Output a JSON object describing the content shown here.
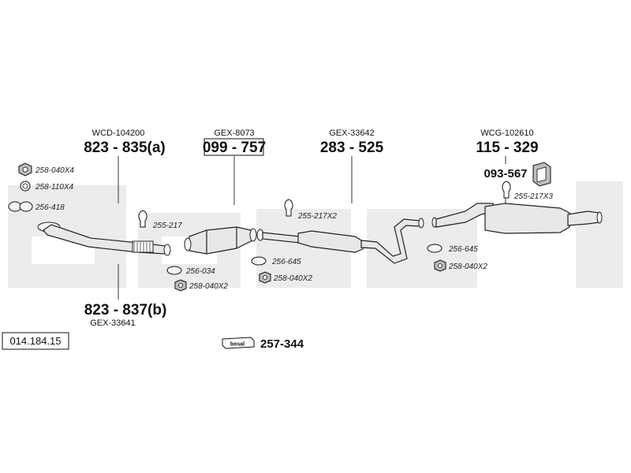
{
  "watermark": "bosal",
  "diagram_id": "014.184.15",
  "set_part": "257-344",
  "badge_text": "bosal",
  "sections": {
    "front_pipe_a": {
      "code": "WCD-104200",
      "number": "823 - 835(a)"
    },
    "front_pipe_b": {
      "code": "GEX-33641",
      "number": "823 - 837(b)"
    },
    "catalyst": {
      "code": "GEX-8073",
      "number": "099 - 757"
    },
    "middle_silencer": {
      "code": "GEX-33642",
      "number": "283 - 525"
    },
    "rear_silencer": {
      "code": "WCG-102610",
      "number": "115 - 329"
    },
    "rear_bracket": {
      "number": "093-567"
    }
  },
  "hardware": {
    "nut_a": "258-040X4",
    "ring_a": "258-110X4",
    "gasket_a": "256-418",
    "clamp_a": "255-217",
    "gasket_b": "256-034",
    "nut_b": "258-040X2",
    "clamp_b": "255-217X2",
    "gasket_c": "256-645",
    "nut_c": "258-040X2",
    "clamp_c": "255-217X3",
    "gasket_d": "256-645",
    "nut_d": "258-040X2"
  }
}
